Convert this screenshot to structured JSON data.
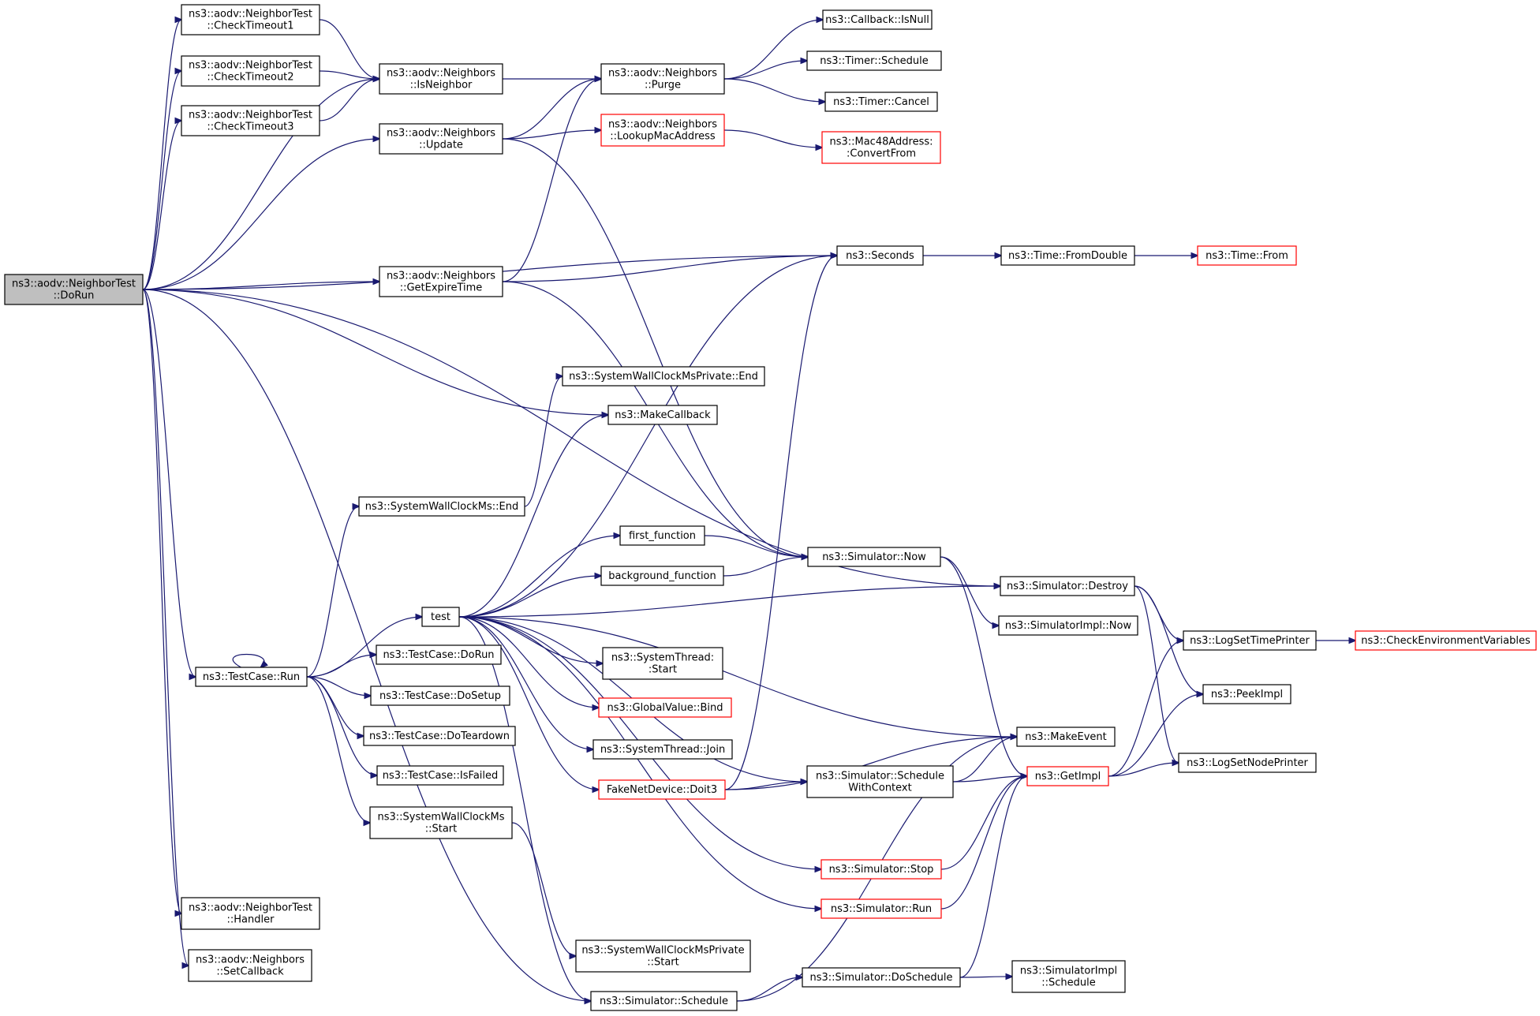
{
  "colors": {
    "edge": "#191970",
    "border": "#000000",
    "border_red": "#ff0000",
    "root_fill": "#bfbfbf",
    "background": "#ffffff"
  },
  "nodes": [
    {
      "id": "dorun",
      "lines": [
        "ns3::aodv::NeighborTest",
        "::DoRun"
      ],
      "style": "gray"
    },
    {
      "id": "ct1",
      "lines": [
        "ns3::aodv::NeighborTest",
        "::CheckTimeout1"
      ]
    },
    {
      "id": "ct2",
      "lines": [
        "ns3::aodv::NeighborTest",
        "::CheckTimeout2"
      ]
    },
    {
      "id": "ct3",
      "lines": [
        "ns3::aodv::NeighborTest",
        "::CheckTimeout3"
      ]
    },
    {
      "id": "isneighbor",
      "lines": [
        "ns3::aodv::Neighbors",
        "::IsNeighbor"
      ]
    },
    {
      "id": "update",
      "lines": [
        "ns3::aodv::Neighbors",
        "::Update"
      ]
    },
    {
      "id": "purge",
      "lines": [
        "ns3::aodv::Neighbors",
        "::Purge"
      ]
    },
    {
      "id": "lookupmac",
      "lines": [
        "ns3::aodv::Neighbors",
        "::LookupMacAddress"
      ],
      "style": "red"
    },
    {
      "id": "isnull",
      "lines": [
        "ns3::Callback::IsNull"
      ]
    },
    {
      "id": "tschedule",
      "lines": [
        "ns3::Timer::Schedule"
      ]
    },
    {
      "id": "tcancel",
      "lines": [
        "ns3::Timer::Cancel"
      ]
    },
    {
      "id": "mac48",
      "lines": [
        "ns3::Mac48Address:",
        ":ConvertFrom"
      ],
      "style": "red"
    },
    {
      "id": "seconds",
      "lines": [
        "ns3::Seconds"
      ]
    },
    {
      "id": "fromdouble",
      "lines": [
        "ns3::Time::FromDouble"
      ]
    },
    {
      "id": "timefrom",
      "lines": [
        "ns3::Time::From"
      ],
      "style": "red"
    },
    {
      "id": "getexpire",
      "lines": [
        "ns3::aodv::Neighbors",
        "::GetExpireTime"
      ]
    },
    {
      "id": "swcmpend",
      "lines": [
        "ns3::SystemWallClockMsPrivate::End"
      ]
    },
    {
      "id": "makecallback",
      "lines": [
        "ns3::MakeCallback"
      ]
    },
    {
      "id": "swcend",
      "lines": [
        "ns3::SystemWallClockMs::End"
      ]
    },
    {
      "id": "firstfn",
      "lines": [
        "first_function"
      ]
    },
    {
      "id": "bgfn",
      "lines": [
        "background_function"
      ]
    },
    {
      "id": "simnow",
      "lines": [
        "ns3::Simulator::Now"
      ]
    },
    {
      "id": "simdestroy",
      "lines": [
        "ns3::Simulator::Destroy"
      ]
    },
    {
      "id": "simimplnow",
      "lines": [
        "ns3::SimulatorImpl::Now"
      ]
    },
    {
      "id": "test",
      "lines": [
        "test"
      ]
    },
    {
      "id": "tcrun",
      "lines": [
        "ns3::TestCase::Run"
      ]
    },
    {
      "id": "tcdorun",
      "lines": [
        "ns3::TestCase::DoRun"
      ]
    },
    {
      "id": "tcdosetup",
      "lines": [
        "ns3::TestCase::DoSetup"
      ]
    },
    {
      "id": "tcdoteardown",
      "lines": [
        "ns3::TestCase::DoTeardown"
      ]
    },
    {
      "id": "tcisfailed",
      "lines": [
        "ns3::TestCase::IsFailed"
      ]
    },
    {
      "id": "swcstart",
      "lines": [
        "ns3::SystemWallClockMs",
        "::Start"
      ]
    },
    {
      "id": "ststart",
      "lines": [
        "ns3::SystemThread:",
        ":Start"
      ]
    },
    {
      "id": "gvbind",
      "lines": [
        "ns3::GlobalValue::Bind"
      ],
      "style": "red"
    },
    {
      "id": "stjoin",
      "lines": [
        "ns3::SystemThread::Join"
      ]
    },
    {
      "id": "doit3",
      "lines": [
        "FakeNetDevice::Doit3"
      ],
      "style": "red"
    },
    {
      "id": "makeevent",
      "lines": [
        "ns3::MakeEvent"
      ]
    },
    {
      "id": "swc",
      "lines": [
        "ns3::Simulator::Schedule",
        "WithContext"
      ]
    },
    {
      "id": "getimpl",
      "lines": [
        "ns3::GetImpl"
      ],
      "style": "red"
    },
    {
      "id": "logtime",
      "lines": [
        "ns3::LogSetTimePrinter"
      ]
    },
    {
      "id": "checkenv",
      "lines": [
        "ns3::CheckEnvironmentVariables"
      ],
      "style": "red"
    },
    {
      "id": "peekimpl",
      "lines": [
        "ns3::PeekImpl"
      ]
    },
    {
      "id": "lognode",
      "lines": [
        "ns3::LogSetNodePrinter"
      ]
    },
    {
      "id": "simstop",
      "lines": [
        "ns3::Simulator::Stop"
      ],
      "style": "red"
    },
    {
      "id": "simrun",
      "lines": [
        "ns3::Simulator::Run"
      ],
      "style": "red"
    },
    {
      "id": "handler",
      "lines": [
        "ns3::aodv::NeighborTest",
        "::Handler"
      ]
    },
    {
      "id": "setcallback",
      "lines": [
        "ns3::aodv::Neighbors",
        "::SetCallback"
      ]
    },
    {
      "id": "swcmpstart",
      "lines": [
        "ns3::SystemWallClockMsPrivate",
        "::Start"
      ]
    },
    {
      "id": "simschedule",
      "lines": [
        "ns3::Simulator::Schedule"
      ]
    },
    {
      "id": "simdoschedule",
      "lines": [
        "ns3::Simulator::DoSchedule"
      ]
    },
    {
      "id": "simimplschedule",
      "lines": [
        "ns3::SimulatorImpl",
        "::Schedule"
      ]
    }
  ],
  "edges": [
    {
      "from": "dorun",
      "to": "ct1"
    },
    {
      "from": "dorun",
      "to": "ct2"
    },
    {
      "from": "dorun",
      "to": "ct3"
    },
    {
      "from": "dorun",
      "to": "isneighbor"
    },
    {
      "from": "dorun",
      "to": "update"
    },
    {
      "from": "dorun",
      "to": "seconds"
    },
    {
      "from": "dorun",
      "to": "getexpire"
    },
    {
      "from": "dorun",
      "to": "simdestroy"
    },
    {
      "from": "dorun",
      "to": "makecallback"
    },
    {
      "from": "dorun",
      "to": "tcrun"
    },
    {
      "from": "dorun",
      "to": "handler"
    },
    {
      "from": "dorun",
      "to": "setcallback"
    },
    {
      "from": "dorun",
      "to": "simschedule"
    },
    {
      "from": "ct1",
      "to": "isneighbor"
    },
    {
      "from": "ct2",
      "to": "isneighbor"
    },
    {
      "from": "ct3",
      "to": "isneighbor"
    },
    {
      "from": "isneighbor",
      "to": "purge"
    },
    {
      "from": "update",
      "to": "purge"
    },
    {
      "from": "update",
      "to": "lookupmac"
    },
    {
      "from": "update",
      "to": "simnow"
    },
    {
      "from": "purge",
      "to": "isnull"
    },
    {
      "from": "purge",
      "to": "tschedule"
    },
    {
      "from": "purge",
      "to": "tcancel"
    },
    {
      "from": "lookupmac",
      "to": "mac48"
    },
    {
      "from": "getexpire",
      "to": "purge"
    },
    {
      "from": "getexpire",
      "to": "seconds"
    },
    {
      "from": "getexpire",
      "to": "simnow"
    },
    {
      "from": "seconds",
      "to": "fromdouble"
    },
    {
      "from": "fromdouble",
      "to": "timefrom"
    },
    {
      "from": "tcrun",
      "to": "tcrun"
    },
    {
      "from": "tcrun",
      "to": "swcend"
    },
    {
      "from": "tcrun",
      "to": "test"
    },
    {
      "from": "tcrun",
      "to": "tcdorun"
    },
    {
      "from": "tcrun",
      "to": "tcdosetup"
    },
    {
      "from": "tcrun",
      "to": "tcdoteardown"
    },
    {
      "from": "tcrun",
      "to": "tcisfailed"
    },
    {
      "from": "tcrun",
      "to": "swcstart"
    },
    {
      "from": "swcend",
      "to": "swcmpend"
    },
    {
      "from": "swcstart",
      "to": "swcmpstart"
    },
    {
      "from": "test",
      "to": "makecallback"
    },
    {
      "from": "test",
      "to": "seconds"
    },
    {
      "from": "test",
      "to": "simdestroy"
    },
    {
      "from": "test",
      "to": "firstfn"
    },
    {
      "from": "test",
      "to": "bgfn"
    },
    {
      "from": "test",
      "to": "makeevent"
    },
    {
      "from": "test",
      "to": "ststart"
    },
    {
      "from": "test",
      "to": "gvbind"
    },
    {
      "from": "test",
      "to": "stjoin"
    },
    {
      "from": "test",
      "to": "doit3"
    },
    {
      "from": "test",
      "to": "swc"
    },
    {
      "from": "test",
      "to": "simstop"
    },
    {
      "from": "test",
      "to": "simrun"
    },
    {
      "from": "test",
      "to": "simschedule"
    },
    {
      "from": "firstfn",
      "to": "simnow"
    },
    {
      "from": "bgfn",
      "to": "simnow"
    },
    {
      "from": "simnow",
      "to": "simimplnow"
    },
    {
      "from": "simnow",
      "to": "getimpl"
    },
    {
      "from": "doit3",
      "to": "seconds"
    },
    {
      "from": "doit3",
      "to": "makeevent"
    },
    {
      "from": "doit3",
      "to": "swc"
    },
    {
      "from": "swc",
      "to": "makeevent"
    },
    {
      "from": "swc",
      "to": "getimpl"
    },
    {
      "from": "simdestroy",
      "to": "logtime"
    },
    {
      "from": "simdestroy",
      "to": "peekimpl"
    },
    {
      "from": "simdestroy",
      "to": "lognode"
    },
    {
      "from": "getimpl",
      "to": "logtime"
    },
    {
      "from": "getimpl",
      "to": "peekimpl"
    },
    {
      "from": "getimpl",
      "to": "lognode"
    },
    {
      "from": "logtime",
      "to": "checkenv"
    },
    {
      "from": "simstop",
      "to": "getimpl"
    },
    {
      "from": "simrun",
      "to": "getimpl"
    },
    {
      "from": "simschedule",
      "to": "makeevent"
    },
    {
      "from": "simschedule",
      "to": "simdoschedule"
    },
    {
      "from": "simdoschedule",
      "to": "getimpl"
    },
    {
      "from": "simdoschedule",
      "to": "simimplschedule"
    }
  ]
}
